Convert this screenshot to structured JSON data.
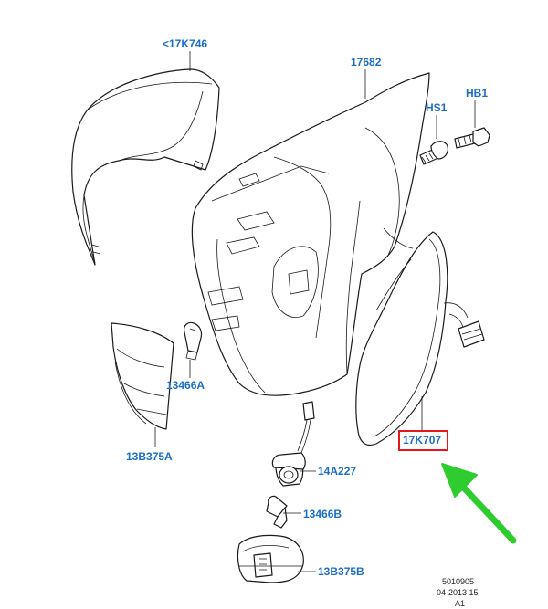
{
  "parts": {
    "mirror_cover": "<17K746",
    "mirror_housing": "17682",
    "screw_hs1": "HS1",
    "bolt_hb1": "HB1",
    "bulb_upper": "13466A",
    "indicator_lamp": "13B375A",
    "mirror_glass": "17K707",
    "lamp_socket": "14A227",
    "bulb_lower": "13466B",
    "puddle_lamp": "13B375B"
  },
  "footer": {
    "drawing_number": "5010905",
    "date_code": "04-2013 15",
    "revision": "A1"
  },
  "highlight": {
    "box_color": "#e8141e",
    "arrow_color": "#2ecc2e",
    "label_color": "#1a6fc9"
  }
}
